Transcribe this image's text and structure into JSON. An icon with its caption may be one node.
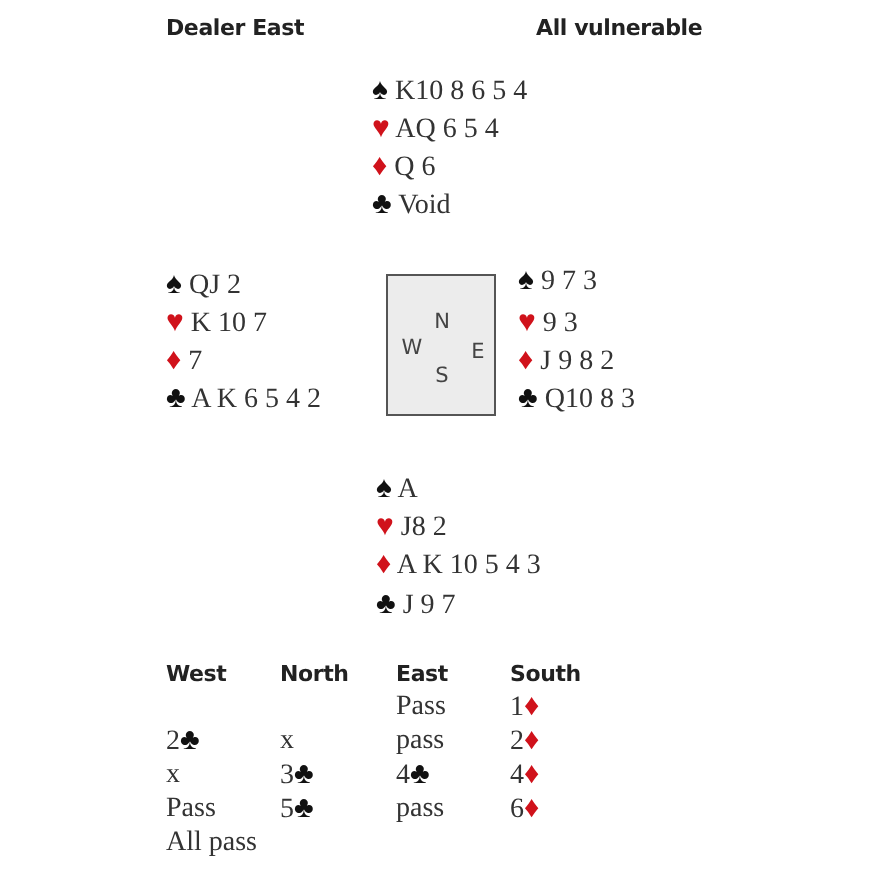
{
  "diagram": {
    "nodes": [
      {
        "text": [
          "N",
          "W",
          "E",
          "S"
        ]
      }
    ],
    "labels": [
      "Dealer East",
      "All vulnerable",
      "♠ K10 8 6 5 4",
      "♥ AQ 6 5 4",
      "♦ Q 6",
      "♣ Void",
      "♠ QJ 2",
      "♥ K 10 7",
      "♦ 7",
      "♣ A K 6 5 4 2",
      "♠ 9 7 3",
      "♥ 9 3",
      "♦ J 9 8 2",
      "♣ Q10 8 3",
      "♠ A",
      "♥ J8 2",
      "♦ A K 10 5 4 3",
      "♣ J 9 7",
      "West",
      "North",
      "East",
      "South",
      "Pass",
      "1♦",
      "2♣",
      "x",
      "pass",
      "2♦",
      "x",
      "3♣",
      "4♣",
      "4♦",
      "Pass",
      "5♣",
      "pass",
      "6♦",
      "All pass"
    ]
  }
}
